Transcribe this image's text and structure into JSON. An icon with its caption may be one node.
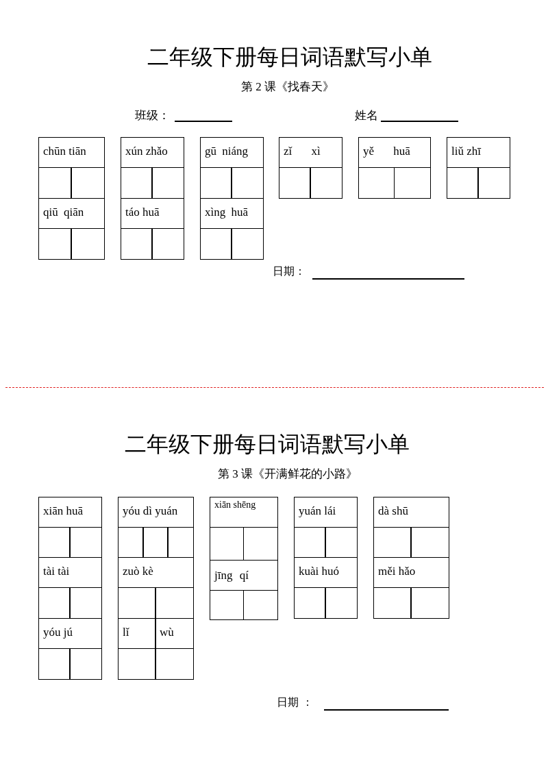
{
  "diagram": {
    "title": "二年级下册每日词语默写小单",
    "nodes": [
      {
        "text": [
          "chūn tiān"
        ]
      },
      {
        "text": [
          "xún zhǎo"
        ]
      },
      {
        "text": [
          "gū niáng"
        ]
      },
      {
        "text": [
          "zǐ xì"
        ]
      },
      {
        "text": [
          "yě huā"
        ]
      },
      {
        "text": [
          "liǔ zhī"
        ]
      },
      {
        "text": [
          "qiū qiān"
        ]
      },
      {
        "text": [
          "táo huā"
        ]
      },
      {
        "text": [
          "xìng huā"
        ]
      },
      {
        "text": [
          "xiān huā"
        ]
      },
      {
        "text": [
          "yóu dì yuán"
        ]
      },
      {
        "text": [
          "xiān shēng"
        ]
      },
      {
        "text": [
          "yuán lái"
        ]
      },
      {
        "text": [
          "dà shū"
        ]
      },
      {
        "text": [
          "tài tài"
        ]
      },
      {
        "text": [
          "zuò kè"
        ]
      },
      {
        "text": [
          "jīng qí"
        ]
      },
      {
        "text": [
          "kuài huó"
        ]
      },
      {
        "text": [
          "měi hǎo"
        ]
      },
      {
        "text": [
          "yóu jú"
        ]
      },
      {
        "text": [
          "lǐ",
          "wù"
        ]
      }
    ],
    "labels": [
      "第 2 课《找春天》",
      "班级：",
      "姓名",
      "日期：",
      "二年级下册每日词语默写小单",
      "第 3 课《开满鲜花的小路》",
      "日期 ："
    ]
  }
}
